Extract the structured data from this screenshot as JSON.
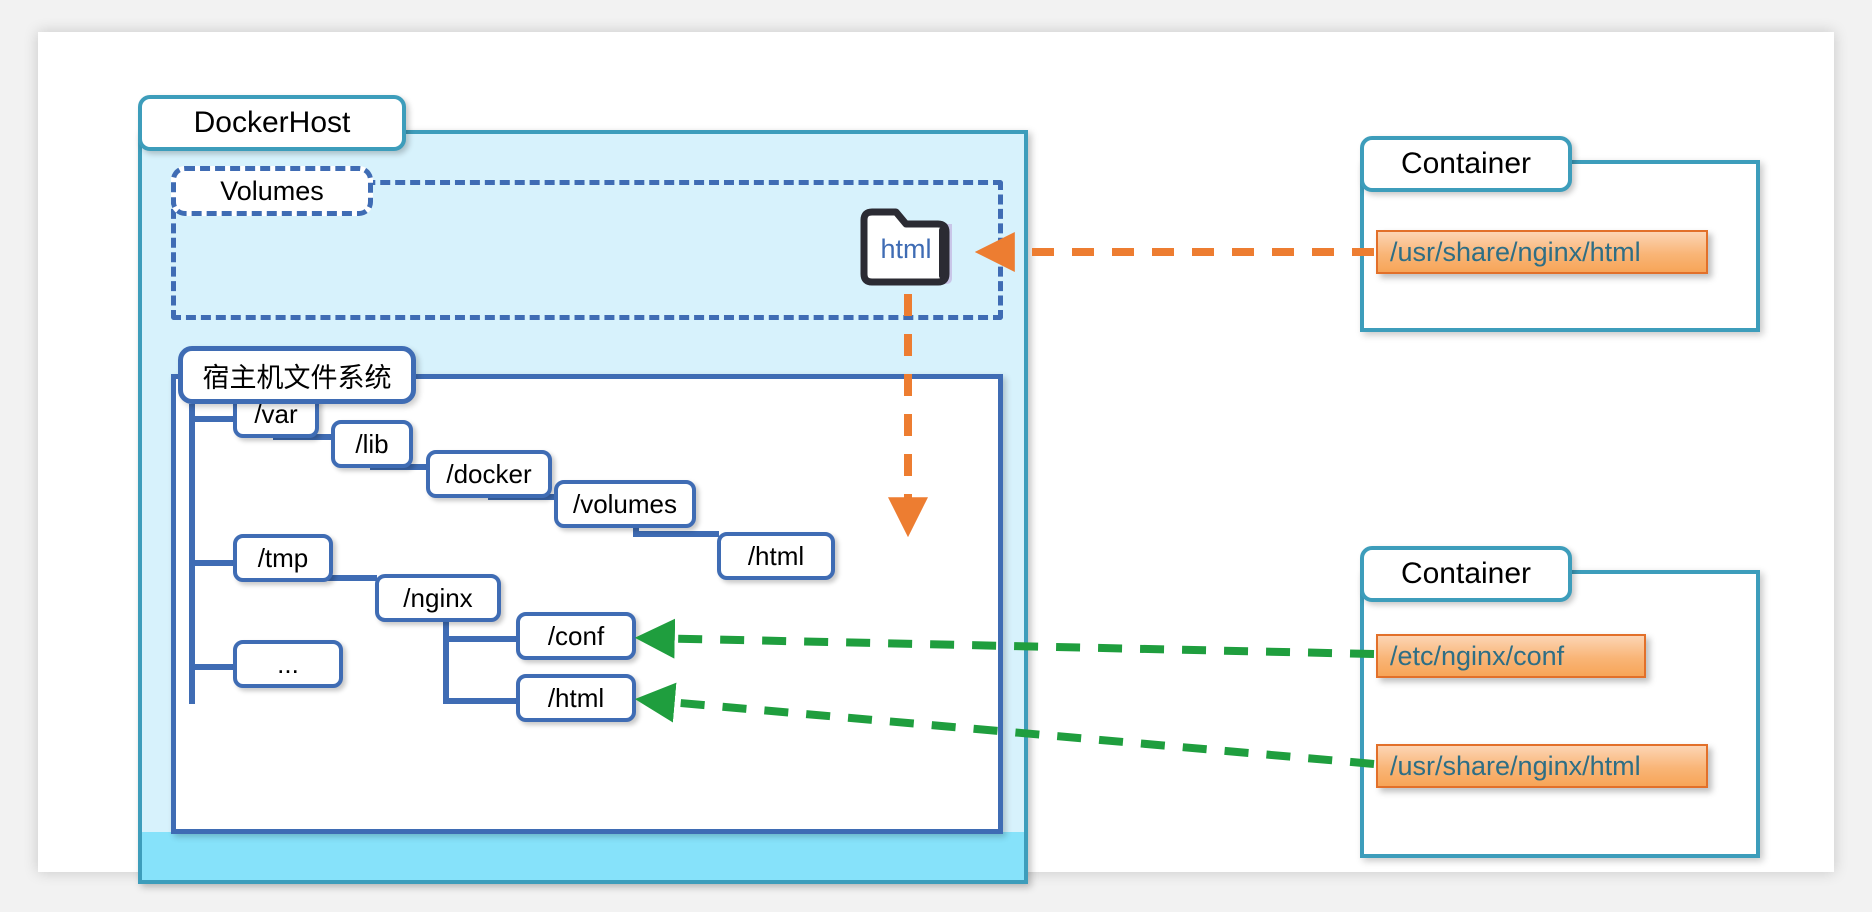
{
  "diagram": {
    "title": "Docker volume mapping diagram",
    "dockerhost": {
      "label": "DockerHost",
      "volumes": {
        "label": "Volumes",
        "folder": {
          "name": "html",
          "icon": "folder-icon"
        }
      },
      "hostfs": {
        "label": "宿主机文件系统",
        "nodes": [
          {
            "id": "var",
            "label": "/var"
          },
          {
            "id": "lib",
            "label": "/lib"
          },
          {
            "id": "docker",
            "label": "/docker"
          },
          {
            "id": "volumes",
            "label": "/volumes"
          },
          {
            "id": "html-volume",
            "label": "/html"
          },
          {
            "id": "tmp",
            "label": "/tmp"
          },
          {
            "id": "nginx",
            "label": "/nginx"
          },
          {
            "id": "conf",
            "label": "/conf"
          },
          {
            "id": "html-nginx",
            "label": "/html"
          },
          {
            "id": "ellipsis",
            "label": "..."
          }
        ]
      }
    },
    "containers": [
      {
        "id": "container-top",
        "label": "Container",
        "paths": [
          {
            "id": "usr-share-nginx-html-top",
            "label": "/usr/share/nginx/html"
          }
        ]
      },
      {
        "id": "container-bottom",
        "label": "Container",
        "paths": [
          {
            "id": "etc-nginx-conf",
            "label": "/etc/nginx/conf"
          },
          {
            "id": "usr-share-nginx-html-bottom",
            "label": "/usr/share/nginx/html"
          }
        ]
      }
    ],
    "colors": {
      "teal": "#3d9dbb",
      "blue": "#3f6cb4",
      "panel_cyan": "#d7f2fc",
      "band_cyan": "#86e2fa",
      "orange": "#ed7d31",
      "green": "#1f9e3e",
      "path_text": "#2e6e85",
      "folder_text": "#3f6cb4"
    },
    "connections": [
      {
        "id": "orange-horizontal",
        "style": "dashed",
        "color": "#ed7d31",
        "from": "usr-share-nginx-html-top",
        "to": "html-folder",
        "direction": "left"
      },
      {
        "id": "orange-vertical",
        "style": "dashed",
        "color": "#ed7d31",
        "from": "html-folder",
        "to": "html-volume",
        "direction": "down"
      },
      {
        "id": "green-conf",
        "style": "dashed",
        "color": "#1f9e3e",
        "from": "etc-nginx-conf",
        "to": "conf",
        "direction": "left"
      },
      {
        "id": "green-html",
        "style": "dashed",
        "color": "#1f9e3e",
        "from": "usr-share-nginx-html-bottom",
        "to": "html-nginx",
        "direction": "left"
      }
    ]
  }
}
